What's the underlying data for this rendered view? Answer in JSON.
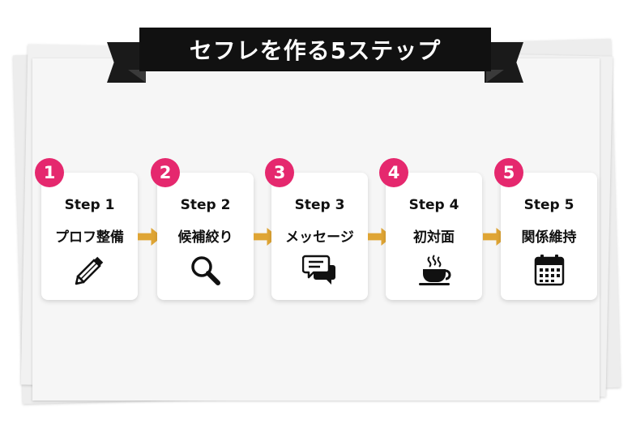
{
  "title": "セフレを作る5ステップ",
  "colors": {
    "badge": "#e5286e",
    "arrow": "#dfa535",
    "ribbon": "#111111"
  },
  "steps": [
    {
      "number": "1",
      "label": "Step 1",
      "name": "プロフ整備",
      "icon": "pencil-icon"
    },
    {
      "number": "2",
      "label": "Step 2",
      "name": "候補絞り",
      "icon": "magnifier-icon"
    },
    {
      "number": "3",
      "label": "Step 3",
      "name": "メッセージ",
      "icon": "chat-bubbles-icon"
    },
    {
      "number": "4",
      "label": "Step 4",
      "name": "初対面",
      "icon": "coffee-cup-icon"
    },
    {
      "number": "5",
      "label": "Step 5",
      "name": "関係維持",
      "icon": "calendar-icon"
    }
  ]
}
